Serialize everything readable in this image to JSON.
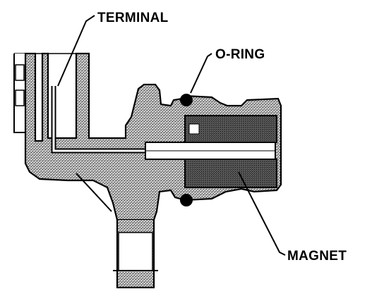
{
  "labels": {
    "terminal": "TERMINAL",
    "o_ring": "O-RING",
    "magnet": "MAGNET"
  },
  "colors": {
    "ink": "#000000",
    "body_fill": "#9a9a9a",
    "background": "#ffffff"
  }
}
